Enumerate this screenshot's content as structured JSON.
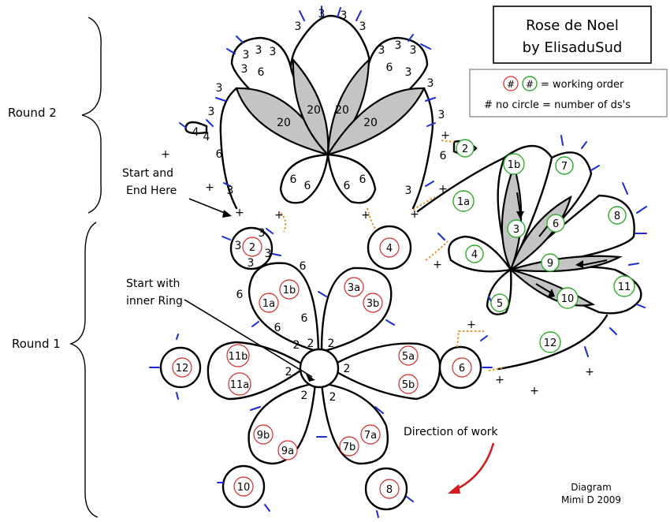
{
  "title": {
    "line1": "Rose de Noel",
    "line2": "by ElisaduSud"
  },
  "legend": {
    "symbol": "#",
    "working_order": "= working order",
    "no_circle": "# no circle = number of ds's"
  },
  "labels": {
    "round2": "Round 2",
    "round1": "Round 1",
    "start_end_1": "Start and",
    "start_end_2": "End Here",
    "start_inner_1": "Start with",
    "start_inner_2": "inner Ring",
    "direction": "Direction of work",
    "credit_1": "Diagram",
    "credit_2": "Mimi D 2009"
  },
  "colors": {
    "picot": "#1a2bd6",
    "join": "#e0962b",
    "red_circle": "#d42a2a",
    "green_circle": "#2faa2a",
    "gray_fill": "#c4c4c4",
    "arrow": "#d01c1c"
  },
  "numbers": {
    "n3": "3",
    "n6": "6",
    "n4": "4",
    "n20": "20",
    "n2": "2",
    "plus": "+"
  },
  "red_order": [
    "1a",
    "1b",
    "3a",
    "3b",
    "5a",
    "5b",
    "7a",
    "7b",
    "9a",
    "9b",
    "11a",
    "11b",
    "12",
    "10",
    "8",
    "6",
    "4",
    "2"
  ],
  "green_order": [
    "1a",
    "1b",
    "2",
    "3",
    "4",
    "5",
    "6",
    "7",
    "8",
    "9",
    "10",
    "11",
    "12"
  ]
}
